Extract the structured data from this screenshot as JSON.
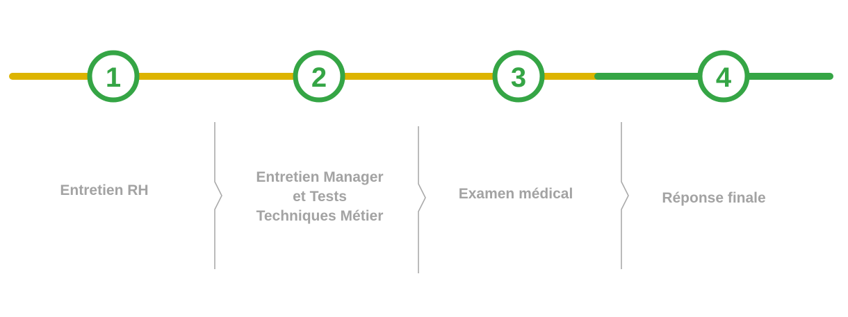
{
  "colors": {
    "completed_track": "#ddb400",
    "remaining_track": "#35a545",
    "circle_stroke": "#35a545",
    "circle_fill": "#ffffff",
    "number_text": "#35a545",
    "label_text": "#a3a3a3",
    "separator": "#aaaaaa"
  },
  "progress": {
    "completed_until_step": 3
  },
  "steps": [
    {
      "number": "1",
      "label": "Entretien RH"
    },
    {
      "number": "2",
      "label": "Entretien Manager\net Tests\nTechniques Métier"
    },
    {
      "number": "3",
      "label": "Examen médical"
    },
    {
      "number": "4",
      "label": "Réponse finale"
    }
  ]
}
